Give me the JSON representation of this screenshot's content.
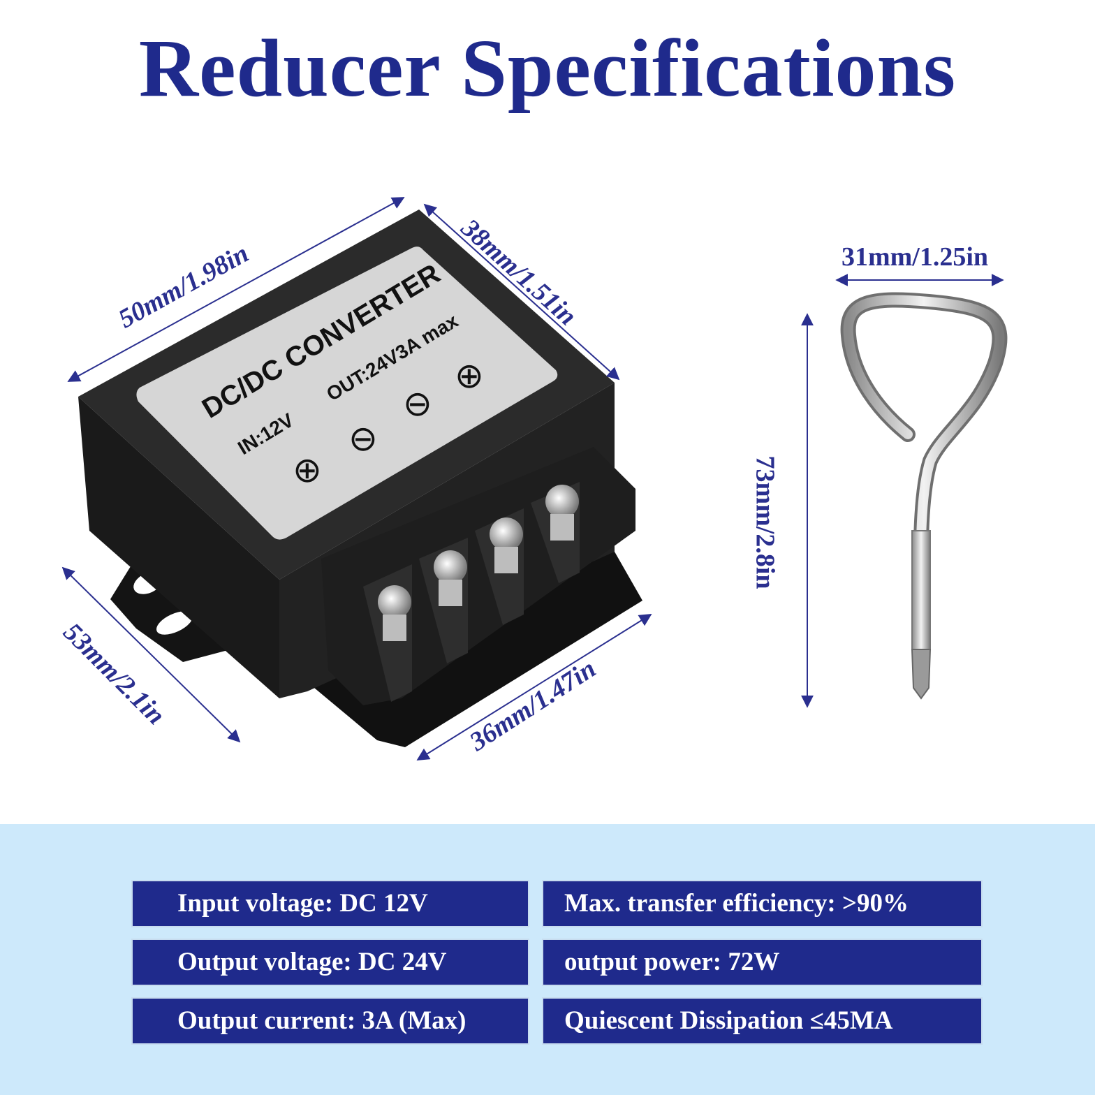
{
  "title": "Reducer Specifications",
  "colors": {
    "title": "#1f2a8c",
    "dimension_line": "#2a2f8f",
    "spec_box": "#1f2a8c",
    "spec_band": "#cde9fb",
    "device_body": "#1c1c1c",
    "label_plate": "#d9d9d9"
  },
  "product_image": {
    "label_line1": "DC/DC CONVERTER",
    "label_line2": "OUT:24V3A max",
    "label_line3": "IN:12V",
    "terminal_symbols": [
      "⊕",
      "⊖",
      "⊖",
      "⊕"
    ]
  },
  "dimensions": {
    "length": "50mm/1.98in",
    "width": "38mm/1.51in",
    "tab_length": "53mm/2.1in",
    "terminal_width": "36mm/1.47in",
    "tool_width": "31mm/1.25in",
    "tool_length": "73mm/2.8in"
  },
  "specs": [
    "Input voltage: DC 12V",
    "Max. transfer efficiency: >90%",
    "Output voltage: DC 24V",
    "output power: 72W",
    "Output current: 3A (Max)",
    "Quiescent Dissipation ≤45MA"
  ]
}
